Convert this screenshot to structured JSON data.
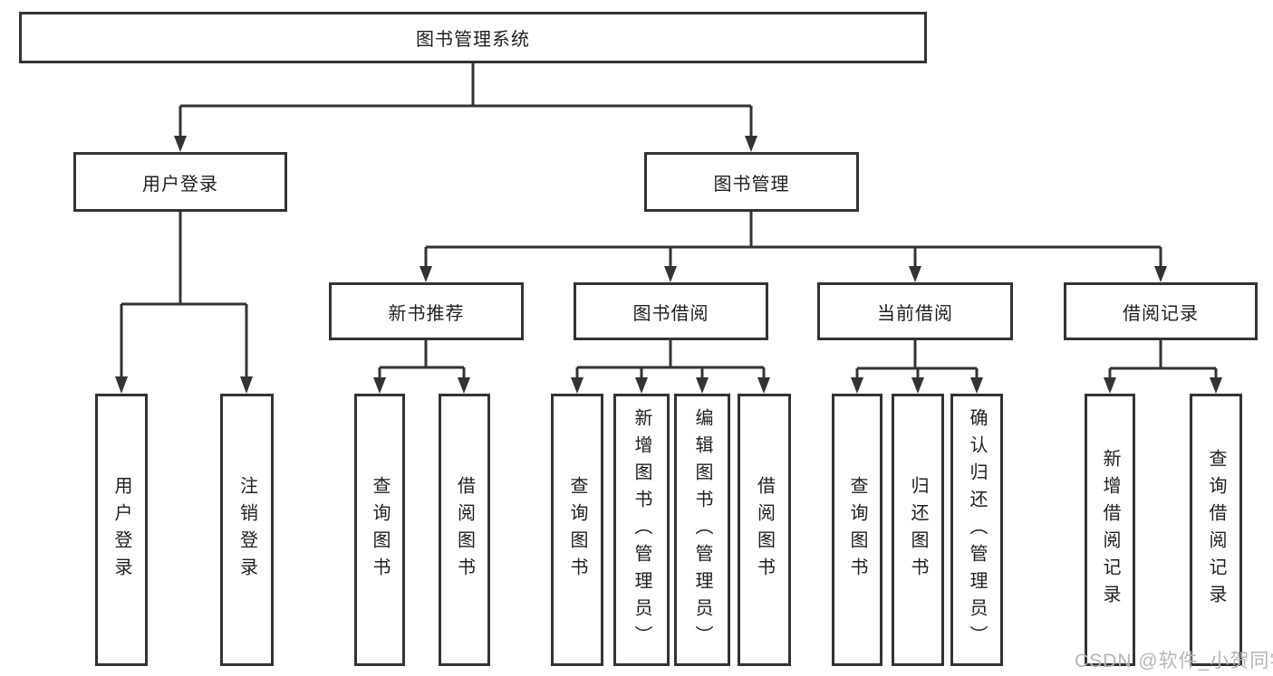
{
  "title": "图书管理系统",
  "colors": {
    "line": "#333333",
    "box_border": "#333333",
    "box_background": "#ffffff",
    "text": "#1f1f1f",
    "watermark": "#b5b5b5"
  },
  "watermark": {
    "text": "CSDN @软件_小贺同学"
  },
  "tree": {
    "root": {
      "label": "图书管理系统"
    },
    "branches": [
      {
        "label": "用户登录",
        "children": [
          {
            "label": "用户登录"
          },
          {
            "label": "注销登录"
          }
        ]
      },
      {
        "label": "图书管理",
        "children": [
          {
            "label": "新书推荐",
            "children": [
              {
                "label": "查询图书"
              },
              {
                "label": "借阅图书"
              }
            ]
          },
          {
            "label": "图书借阅",
            "children": [
              {
                "label": "查询图书"
              },
              {
                "label": "新增图书（管理员）"
              },
              {
                "label": "编辑图书（管理员）"
              },
              {
                "label": "借阅图书"
              }
            ]
          },
          {
            "label": "当前借阅",
            "children": [
              {
                "label": "查询图书"
              },
              {
                "label": "归还图书"
              },
              {
                "label": "确认归还（管理员）"
              }
            ]
          },
          {
            "label": "借阅记录",
            "children": [
              {
                "label": "新增借阅记录"
              },
              {
                "label": "查询借阅记录"
              }
            ]
          }
        ]
      }
    ]
  }
}
